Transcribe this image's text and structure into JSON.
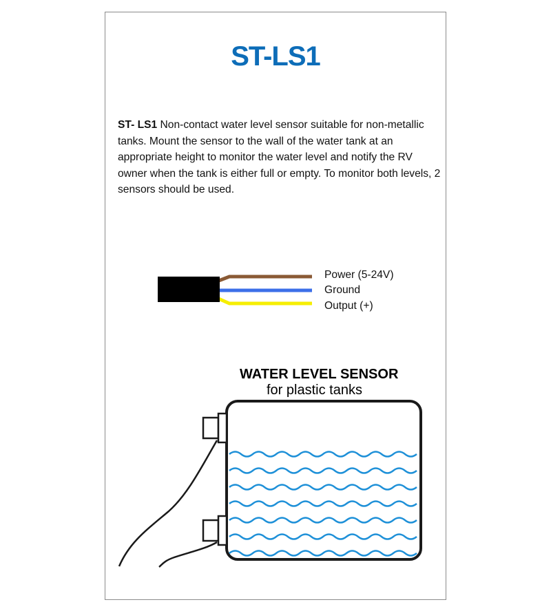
{
  "title": "ST-LS1",
  "description": {
    "product_name": "ST- LS1",
    "text": " Non-contact water level sensor suitable for non-metallic tanks. Mount the sensor to the wall of the water tank at an appropriate height to monitor the water level and notify the RV owner when the tank is either full or empty. To monitor both levels,  2 sensors should be used."
  },
  "wires": [
    {
      "label": "Power (5-24V)",
      "color": "#8a5a35"
    },
    {
      "label": "Ground",
      "color": "#3c6fe8"
    },
    {
      "label": "Output (+)",
      "color": "#f6ee00"
    }
  ],
  "colors": {
    "title": "#0d6db8",
    "cable_jacket": "#000000",
    "water_waves": "#1e90d8",
    "tank_outline": "#1a1a1a"
  },
  "illustration": {
    "heading": "WATER LEVEL SENSOR",
    "subheading": "for plastic tanks",
    "sensor_count": 2
  }
}
